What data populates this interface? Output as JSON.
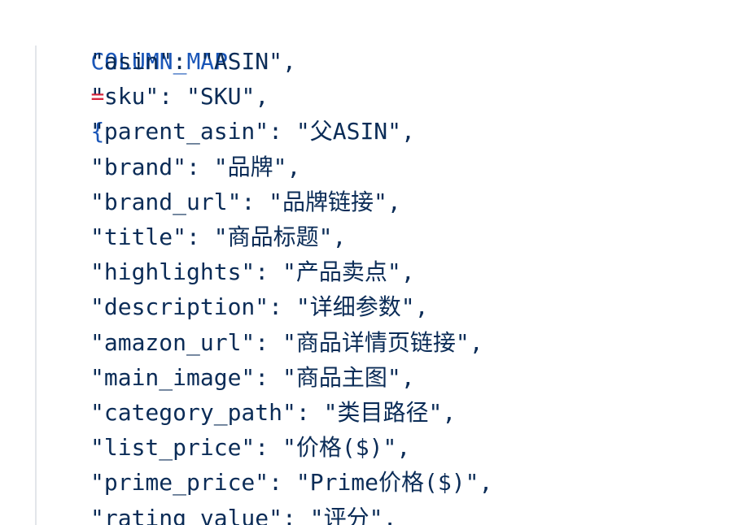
{
  "code": {
    "header": {
      "variable": "COLUMN_MAP",
      "operator": "=",
      "brace": "{"
    },
    "entries": [
      {
        "key": "\"asin\"",
        "value": "\"ASIN\""
      },
      {
        "key": "\"sku\"",
        "value": "\"SKU\""
      },
      {
        "key": "\"parent_asin\"",
        "value": "\"父ASIN\""
      },
      {
        "key": "\"brand\"",
        "value": "\"品牌\""
      },
      {
        "key": "\"brand_url\"",
        "value": "\"品牌链接\""
      },
      {
        "key": "\"title\"",
        "value": "\"商品标题\""
      },
      {
        "key": "\"highlights\"",
        "value": "\"产品卖点\""
      },
      {
        "key": "\"description\"",
        "value": "\"详细参数\""
      },
      {
        "key": "\"amazon_url\"",
        "value": "\"商品详情页链接\""
      },
      {
        "key": "\"main_image\"",
        "value": "\"商品主图\""
      },
      {
        "key": "\"category_path\"",
        "value": "\"类目路径\""
      },
      {
        "key": "\"list_price\"",
        "value": "\"价格($)\""
      },
      {
        "key": "\"prime_price\"",
        "value": "\"Prime价格($)\""
      },
      {
        "key": "\"rating_value\"",
        "value": "\"评分\""
      }
    ],
    "separator": ": ",
    "comma": ","
  },
  "colors": {
    "variable": "#1a56b8",
    "operator": "#d7263d",
    "text": "#0b2c57",
    "indent_guide": "#e3e6ea",
    "background": "#ffffff"
  }
}
